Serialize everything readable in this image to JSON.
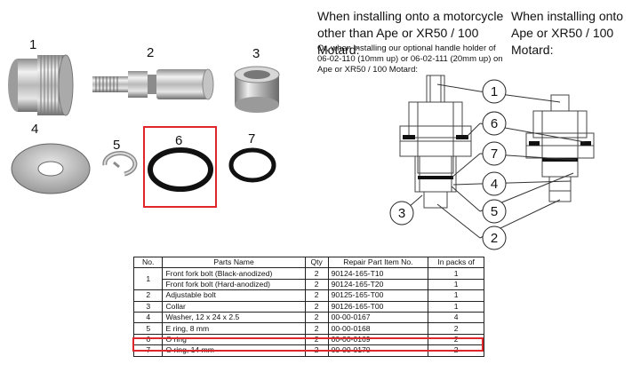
{
  "photo_callouts": [
    "1",
    "2",
    "3",
    "4",
    "5",
    "6",
    "7"
  ],
  "diagram_heading_left": [
    "When installing onto a motorcycle",
    "other than Ape or XR50 / 100 Motard:"
  ],
  "diagram_heading_right": [
    "When installing onto",
    "Ape or XR50 / 100 Motard:"
  ],
  "diagram_note": [
    "Or, when installing our optional handle holder of",
    "06-02-110 (10mm up) or 06-02-111 (20mm up) on",
    "Ape or XR50 / 100 Motard:"
  ],
  "diagram_callouts": [
    "1",
    "6",
    "7",
    "4",
    "5",
    "2",
    "3"
  ],
  "table": {
    "headers": [
      "No.",
      "Parts Name",
      "Qty",
      "Repair Part Item No.",
      "In packs of"
    ],
    "rows": [
      {
        "no": "1",
        "name": "Front fork bolt (Black-anodized)",
        "qty": "2",
        "item": "90124-165-T10",
        "pack": "1"
      },
      {
        "no": "",
        "name": "Front fork bolt (Hard-anodized)",
        "qty": "2",
        "item": "90124-165-T20",
        "pack": "1"
      },
      {
        "no": "2",
        "name": "Adjustable bolt",
        "qty": "2",
        "item": "90125-165-T00",
        "pack": "1"
      },
      {
        "no": "3",
        "name": "Collar",
        "qty": "2",
        "item": "90126-165-T00",
        "pack": "1"
      },
      {
        "no": "4",
        "name": "Washer, 12 x 24 x 2.5",
        "qty": "2",
        "item": "00-00-0167",
        "pack": "4"
      },
      {
        "no": "5",
        "name": "E ring, 8 mm",
        "qty": "2",
        "item": "00-00-0168",
        "pack": "2"
      },
      {
        "no": "6",
        "name": "O ring",
        "qty": "2",
        "item": "00-00-0169",
        "pack": "2"
      },
      {
        "no": "7",
        "name": "O ring, 14 mm",
        "qty": "2",
        "item": "00-00-0170",
        "pack": "2"
      }
    ]
  },
  "highlight_color": "#e0262b"
}
